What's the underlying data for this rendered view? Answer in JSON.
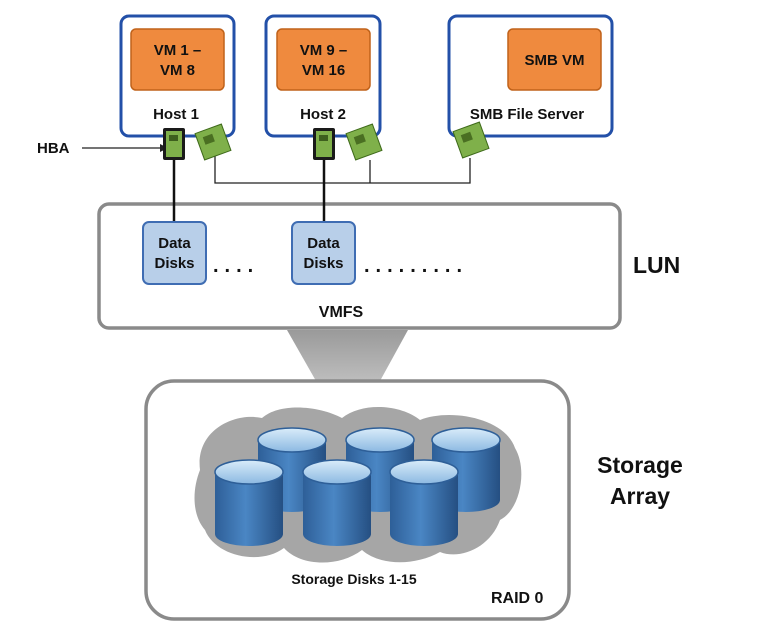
{
  "hosts": [
    {
      "vm_line1": "VM 1 –",
      "vm_line2": "VM 8",
      "label": "Host 1"
    },
    {
      "vm_line1": "VM 9 –",
      "vm_line2": "VM 16",
      "label": "Host 2"
    },
    {
      "vm_line1": "SMB VM",
      "vm_line2": "",
      "label": "SMB File Server"
    }
  ],
  "hba_label": "HBA",
  "lun": {
    "label": "LUN",
    "fs_label": "VMFS",
    "data_disk_line1": "Data",
    "data_disk_line2": "Disks",
    "ellipsis_a": "....",
    "ellipsis_b": "........."
  },
  "storage": {
    "label_line1": "Storage",
    "label_line2": "Array",
    "disks_label": "Storage Disks 1-15",
    "raid_label": "RAID 0"
  },
  "colors": {
    "host_border": "#2350a8",
    "vm_fill": "#ef8a3e",
    "vm_border": "#c0621a",
    "disk_box_fill": "#b8cfe9",
    "disk_box_border": "#3f6db3",
    "panel_border": "#8a8a8a",
    "cylinder_side": "#3a72b0",
    "cylinder_top": "#9ec6ea",
    "cylinder_shadow": "#a8a8a8",
    "hba_card": "#7fb04a"
  }
}
